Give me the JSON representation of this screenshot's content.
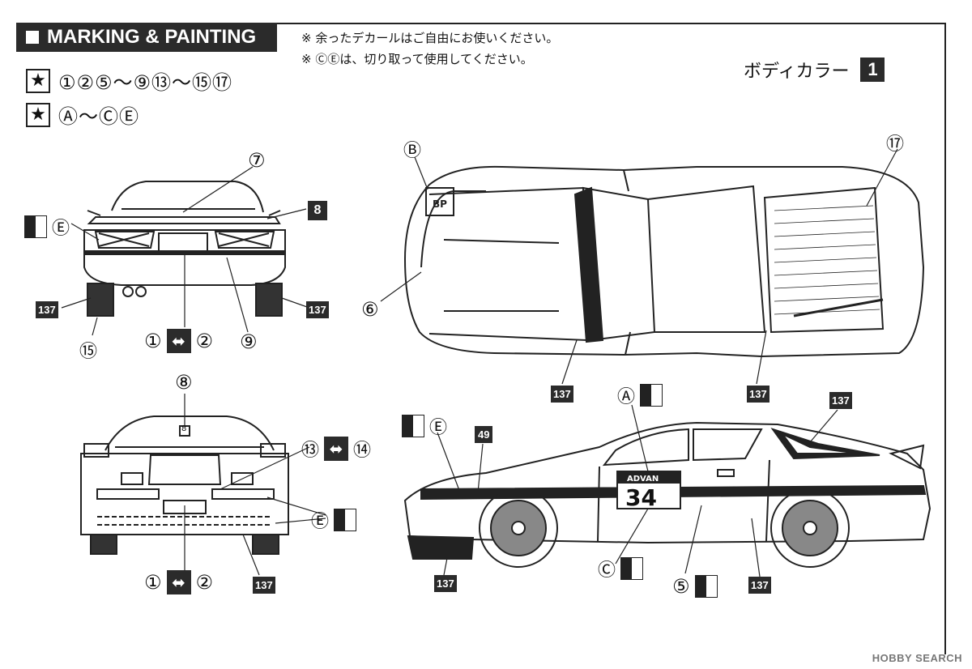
{
  "header": {
    "title": "MARKING & PAINTING"
  },
  "notes": [
    "※ 余ったデカールはご自由にお使いください。",
    "※ ⒸⒺは、切り取って使用してください。"
  ],
  "body_color": {
    "label": "ボディカラー",
    "number": "1"
  },
  "legend": [
    {
      "icon": "star-icon",
      "text": "①②⑤〜⑨⑬〜⑮⑰"
    },
    {
      "icon": "star-icon",
      "text": "Ⓐ〜ⒸⒺ"
    }
  ],
  "rear_view": {
    "callout_7": "⑦",
    "callout_8": "8",
    "callout_e": "Ⓔ",
    "callout_137_left": "137",
    "callout_137_right": "137",
    "callout_15": "⑮",
    "callout_1": "①",
    "callout_2": "②",
    "callout_9": "⑨"
  },
  "top_view": {
    "callout_b": "Ⓑ",
    "callout_17": "⑰",
    "callout_6": "⑥",
    "callout_137_left": "137",
    "callout_137_right": "137",
    "hood_badge": "BP"
  },
  "front_view": {
    "callout_8": "⑧",
    "callout_13": "⑬",
    "callout_14": "⑭",
    "callout_e": "Ⓔ",
    "callout_1": "①",
    "callout_2": "②",
    "callout_137": "137",
    "plate_mark": "8"
  },
  "side_view": {
    "callout_a": "Ⓐ",
    "callout_e": "Ⓔ",
    "callout_49": "49",
    "callout_137_top": "137",
    "callout_137_left": "137",
    "callout_137_right": "137",
    "callout_c": "Ⓒ",
    "callout_5": "⑤",
    "door_brand": "ADVAN",
    "door_number": "34"
  },
  "watermark": "HOBBY SEARCH",
  "colors": {
    "dark": "#2b2b2b",
    "line": "#222222",
    "paper": "#ffffff"
  }
}
